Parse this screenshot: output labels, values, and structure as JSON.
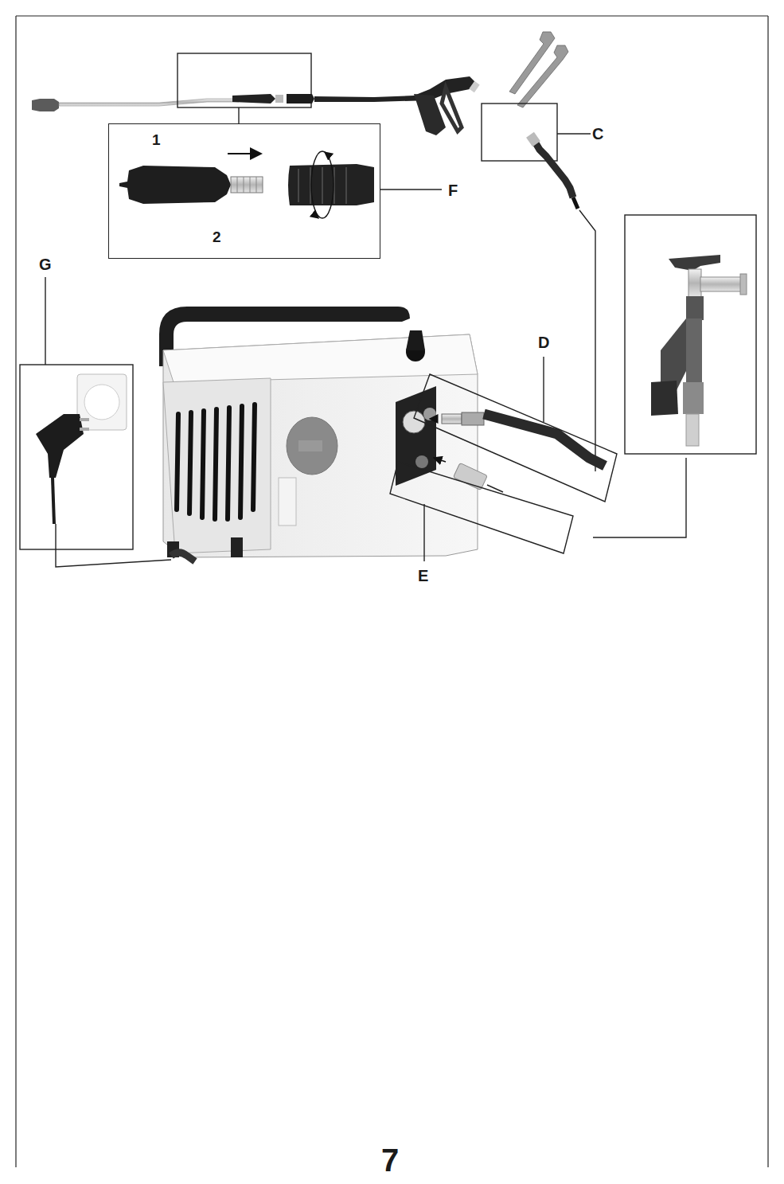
{
  "diagram": {
    "nodes": [
      {
        "text": [
          "1",
          "2"
        ]
      }
    ],
    "labels": [
      "C",
      "F",
      "G",
      "D",
      "E",
      "7"
    ]
  }
}
